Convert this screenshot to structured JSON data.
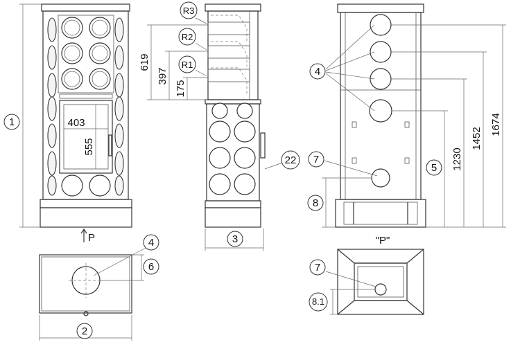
{
  "callouts": {
    "c1": "1",
    "c2": "2",
    "c3": "3",
    "c4a": "4",
    "c4b": "4",
    "c5": "5",
    "c6": "6",
    "c7a": "7",
    "c7b": "7",
    "c8": "8",
    "c81": "8.1",
    "c22": "22",
    "r1": "R1",
    "r2": "R2",
    "r3": "R3"
  },
  "dimensions": {
    "door_width": "403",
    "door_height": "555",
    "d619": "619",
    "d397": "397",
    "d175": "175",
    "d1674": "1674",
    "d1452": "1452",
    "d1230": "1230"
  },
  "view_labels": {
    "arrow_p": "P",
    "view_p": "\"P\""
  }
}
